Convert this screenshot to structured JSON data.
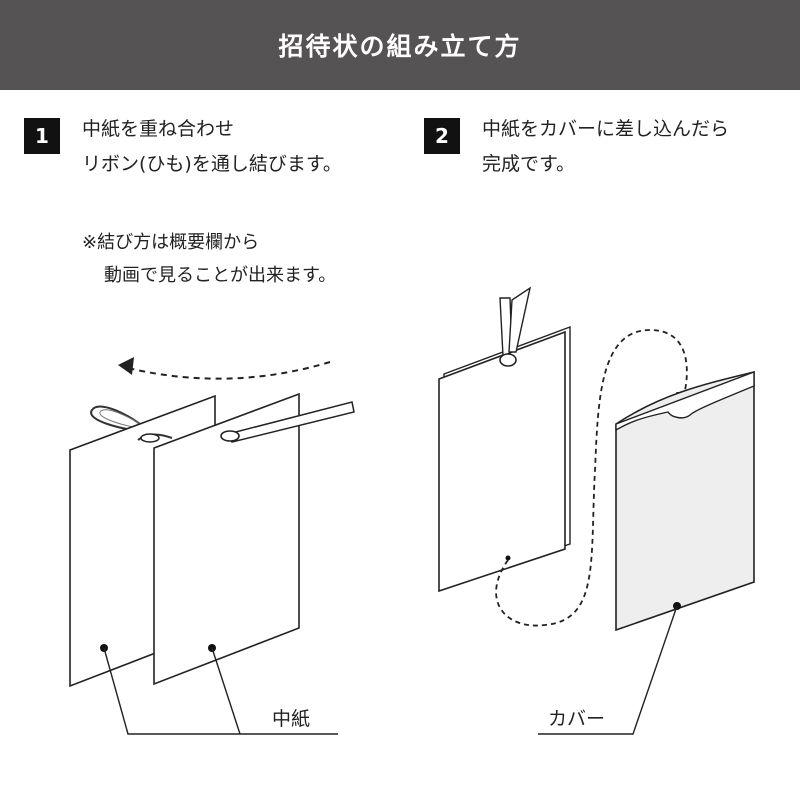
{
  "header": {
    "title": "招待状の組み立て方"
  },
  "step1": {
    "number": "1",
    "line1": "中紙を重ね合わせ",
    "line2": "リボン(ひも)を通し結びます。",
    "note_line1": "※結び方は概要欄から",
    "note_line2": "動画で見ることが出来ます。"
  },
  "step2": {
    "number": "2",
    "line1": "中紙をカバーに差し込んだら",
    "line2": "完成です。"
  },
  "labels": {
    "inner_paper": "中紙",
    "cover": "カバー"
  }
}
